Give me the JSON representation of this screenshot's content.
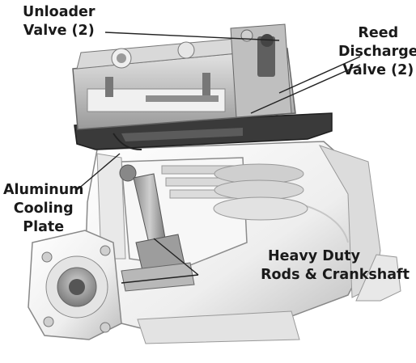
{
  "callouts": {
    "unloader_valve": [
      "Unloader",
      "Valve (2)"
    ],
    "reed_discharge_valve": [
      "Reed",
      "Discharge",
      "Valve (2)"
    ],
    "aluminum_cooling_plate": [
      "Aluminum",
      "Cooling",
      "Plate"
    ],
    "rods_crankshaft": [
      "Heavy Duty",
      "Rods & Crankshaft"
    ]
  },
  "colors": {
    "background": "#ffffff",
    "label_text": "#1a1a1a",
    "casting_light": "#f2f2f2",
    "casting_mid": "#c8c8c8",
    "casting_dark": "#6e6e6e",
    "cooling_plate": "#3a3a3a",
    "leader_line": "#222222"
  }
}
